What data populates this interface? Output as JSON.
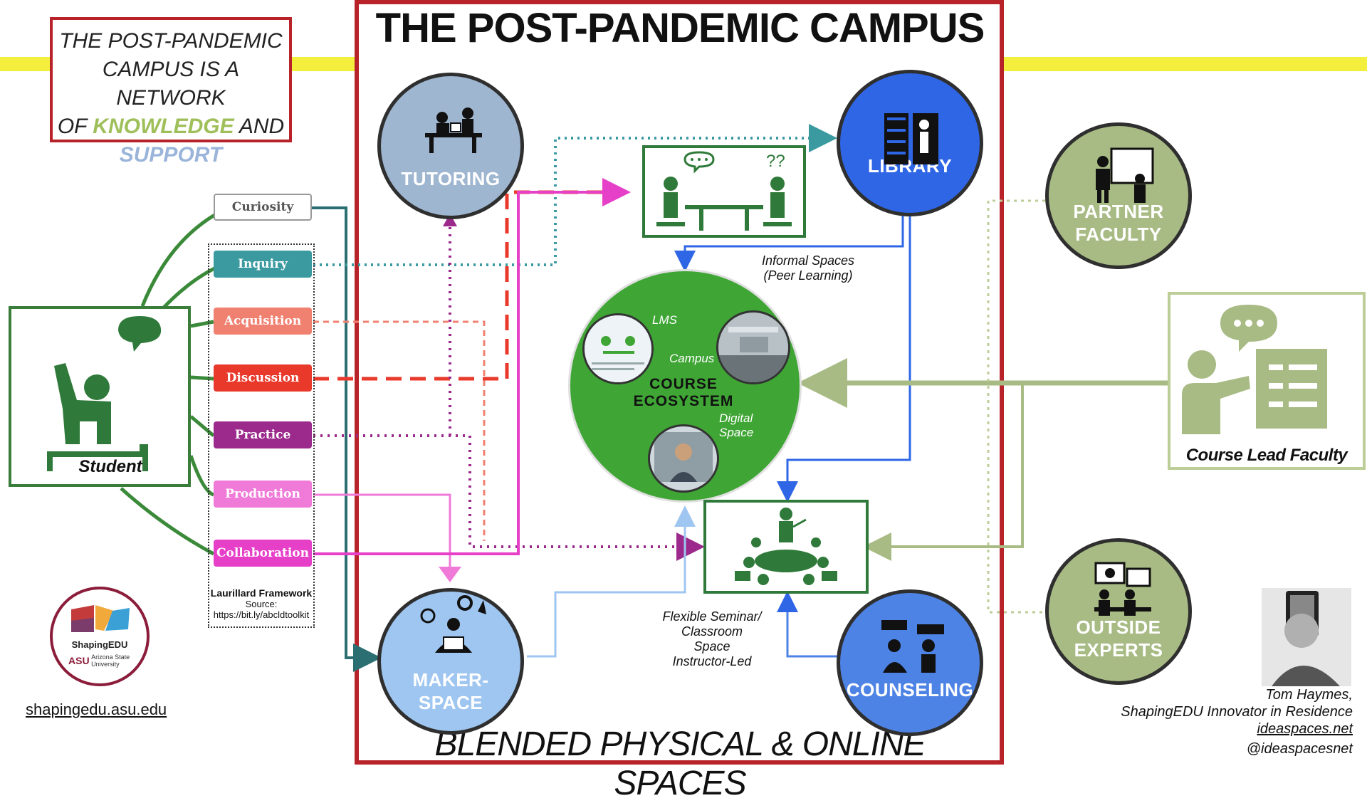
{
  "title": "THE POST-PANDEMIC CAMPUS",
  "bottom_title": "BLENDED PHYSICAL & ONLINE SPACES",
  "tagline": {
    "line1": "THE POST-PANDEMIC",
    "line2": "CAMPUS IS A NETWORK",
    "line3_pre": "OF ",
    "knowledge": "KNOWLEDGE",
    "line3_post": " AND",
    "support": "SUPPORT"
  },
  "student": {
    "label": "Student"
  },
  "laurillard": {
    "items": [
      {
        "label": "Curiosity",
        "color": "#ffffff"
      },
      {
        "label": "Inquiry",
        "color": "#3a9aa0"
      },
      {
        "label": "Acquisition",
        "color": "#f08070"
      },
      {
        "label": "Discussion",
        "color": "#e8392b"
      },
      {
        "label": "Practice",
        "color": "#9b2a8c"
      },
      {
        "label": "Production",
        "color": "#f07ad8"
      },
      {
        "label": "Collaboration",
        "color": "#e63fc8"
      }
    ],
    "framework_title": "Laurillard Framework",
    "source_label": "Source:",
    "source_url": "https://bit.ly/abcldtoolkit"
  },
  "hubs": {
    "tutoring": "TUTORING",
    "library": "LIBRARY",
    "makerspace_1": "MAKER-",
    "makerspace_2": "SPACE",
    "counseling": "COUNSELING",
    "partner_1": "PARTNER",
    "partner_2": "FACULTY",
    "outside_1": "OUTSIDE",
    "outside_2": "EXPERTS"
  },
  "ecosystem": {
    "line1": "COURSE",
    "line2": "ECOSYSTEM",
    "lms": "LMS",
    "campus": "Campus",
    "digital_1": "Digital",
    "digital_2": "Space"
  },
  "informal": {
    "line1": "Informal Spaces",
    "line2": "(Peer Learning)"
  },
  "seminar": {
    "line1": "Flexible Seminar/",
    "line2": "Classroom",
    "line3": "Space",
    "line4": "Instructor-Led"
  },
  "course_lead": "Course Lead Faculty",
  "logo": {
    "name": "ShapingEDU",
    "asu": "ASU",
    "asu_sub1": "Arizona State",
    "asu_sub2": "University"
  },
  "site_link": "shapingedu.asu.edu",
  "credit": {
    "name": "Tom Haymes,",
    "role": "ShapingEDU Innovator in Residence",
    "site": "ideaspaces.net",
    "handle": "@ideaspacesnet"
  },
  "colors": {
    "frame": "#b8232a",
    "band": "#f4ef3c",
    "tutoring": "#9fb6d0",
    "library": "#2f66e6",
    "makerspace": "#9fc6f0",
    "counseling": "#4e83e6",
    "sage": "#a8bb84",
    "ecosystem": "#3fa535",
    "green_dark": "#2f7a3a"
  }
}
